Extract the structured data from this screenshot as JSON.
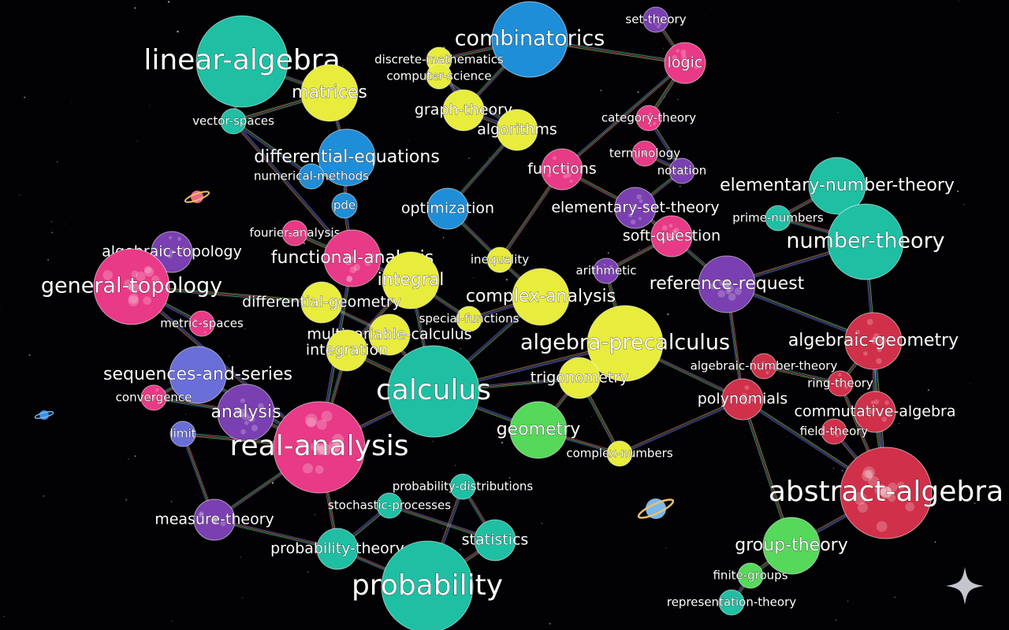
{
  "colors": {
    "background": "#020204",
    "teal": "#1fbfa4",
    "blue": "#1f8ed8",
    "yellow": "#e8ec3c",
    "pink": "#e83a86",
    "purple": "#7a3fb0",
    "red": "#d0304a",
    "green": "#56d85a",
    "periwinkle": "#6a6ed8"
  },
  "nodes": [
    {
      "id": "linear-algebra",
      "label": "linear-algebra",
      "color": "teal",
      "size": 5
    },
    {
      "id": "matrices",
      "label": "matrices",
      "color": "yellow",
      "size": 3
    },
    {
      "id": "vector-spaces",
      "label": "vector-spaces",
      "color": "teal",
      "size": 1
    },
    {
      "id": "combinatorics",
      "label": "combinatorics",
      "color": "blue",
      "size": 4
    },
    {
      "id": "discrete-mathematics",
      "label": "discrete-mathematics",
      "color": "yellow",
      "size": 1
    },
    {
      "id": "computer-science",
      "label": "computer-science",
      "color": "yellow",
      "size": 1
    },
    {
      "id": "graph-theory",
      "label": "graph-theory",
      "color": "yellow",
      "size": 2
    },
    {
      "id": "algorithms",
      "label": "algorithms",
      "color": "yellow",
      "size": 2
    },
    {
      "id": "set-theory",
      "label": "set-theory",
      "color": "purple",
      "size": 1
    },
    {
      "id": "logic",
      "label": "logic",
      "color": "pink",
      "size": 2
    },
    {
      "id": "category-theory",
      "label": "category-theory",
      "color": "pink",
      "size": 1
    },
    {
      "id": "terminology",
      "label": "terminology",
      "color": "pink",
      "size": 1
    },
    {
      "id": "notation",
      "label": "notation",
      "color": "purple",
      "size": 1
    },
    {
      "id": "functions",
      "label": "functions",
      "color": "pink",
      "size": 2
    },
    {
      "id": "differential-equations",
      "label": "differential-equations",
      "color": "blue",
      "size": 3
    },
    {
      "id": "numerical-methods",
      "label": "numerical-methods",
      "color": "blue",
      "size": 1
    },
    {
      "id": "pde",
      "label": "pde",
      "color": "blue",
      "size": 1
    },
    {
      "id": "optimization",
      "label": "optimization",
      "color": "blue",
      "size": 2
    },
    {
      "id": "elementary-set-theory",
      "label": "elementary-set-theory",
      "color": "purple",
      "size": 2
    },
    {
      "id": "elementary-number-theory",
      "label": "elementary-number-theory",
      "color": "teal",
      "size": 3
    },
    {
      "id": "prime-numbers",
      "label": "prime-numbers",
      "color": "teal",
      "size": 1
    },
    {
      "id": "number-theory",
      "label": "number-theory",
      "color": "teal",
      "size": 4
    },
    {
      "id": "soft-question",
      "label": "soft-question",
      "color": "pink",
      "size": 2
    },
    {
      "id": "fourier-analysis",
      "label": "fourier-analysis",
      "color": "pink",
      "size": 1
    },
    {
      "id": "algebraic-topology",
      "label": "algebraic-topology",
      "color": "purple",
      "size": 2
    },
    {
      "id": "functional-analysis",
      "label": "functional-analysis",
      "color": "pink",
      "size": 3
    },
    {
      "id": "inequality",
      "label": "inequality",
      "color": "yellow",
      "size": 1
    },
    {
      "id": "arithmetic",
      "label": "arithmetic",
      "color": "purple",
      "size": 1
    },
    {
      "id": "reference-request",
      "label": "reference-request",
      "color": "purple",
      "size": 3
    },
    {
      "id": "general-topology",
      "label": "general-topology",
      "color": "pink",
      "size": 4
    },
    {
      "id": "integral",
      "label": "integral",
      "color": "yellow",
      "size": 3
    },
    {
      "id": "differential-geometry",
      "label": "differential-geometry",
      "color": "yellow",
      "size": 2
    },
    {
      "id": "complex-analysis",
      "label": "complex-analysis",
      "color": "yellow",
      "size": 3
    },
    {
      "id": "metric-spaces",
      "label": "metric-spaces",
      "color": "pink",
      "size": 1
    },
    {
      "id": "special-functions",
      "label": "special-functions",
      "color": "yellow",
      "size": 1
    },
    {
      "id": "multivariable-calculus",
      "label": "multivariable-calculus",
      "color": "yellow",
      "size": 2
    },
    {
      "id": "integration",
      "label": "integration",
      "color": "yellow",
      "size": 2
    },
    {
      "id": "algebra-precalculus",
      "label": "algebra-precalculus",
      "color": "yellow",
      "size": 4
    },
    {
      "id": "algebraic-geometry",
      "label": "algebraic-geometry",
      "color": "red",
      "size": 3
    },
    {
      "id": "sequences-and-series",
      "label": "sequences-and-series",
      "color": "periwinkle",
      "size": 3
    },
    {
      "id": "calculus",
      "label": "calculus",
      "color": "teal",
      "size": 5
    },
    {
      "id": "trigonometry",
      "label": "trigonometry",
      "color": "yellow",
      "size": 2
    },
    {
      "id": "algebraic-number-theory",
      "label": "algebraic-number-theory",
      "color": "red",
      "size": 1
    },
    {
      "id": "ring-theory",
      "label": "ring-theory",
      "color": "red",
      "size": 1
    },
    {
      "id": "convergence",
      "label": "convergence",
      "color": "pink",
      "size": 1
    },
    {
      "id": "polynomials",
      "label": "polynomials",
      "color": "red",
      "size": 2
    },
    {
      "id": "commutative-algebra",
      "label": "commutative-algebra",
      "color": "red",
      "size": 2
    },
    {
      "id": "analysis",
      "label": "analysis",
      "color": "purple",
      "size": 3
    },
    {
      "id": "limit",
      "label": "limit",
      "color": "periwinkle",
      "size": 1
    },
    {
      "id": "geometry",
      "label": "geometry",
      "color": "green",
      "size": 3
    },
    {
      "id": "field-theory",
      "label": "field-theory",
      "color": "red",
      "size": 1
    },
    {
      "id": "real-analysis",
      "label": "real-analysis",
      "color": "pink",
      "size": 5
    },
    {
      "id": "complex-numbers",
      "label": "complex-numbers",
      "color": "yellow",
      "size": 1
    },
    {
      "id": "probability-distributions",
      "label": "probability-distributions",
      "color": "teal",
      "size": 1
    },
    {
      "id": "stochastic-processes",
      "label": "stochastic-processes",
      "color": "teal",
      "size": 1
    },
    {
      "id": "abstract-algebra",
      "label": "abstract-algebra",
      "color": "red",
      "size": 5
    },
    {
      "id": "measure-theory",
      "label": "measure-theory",
      "color": "purple",
      "size": 2
    },
    {
      "id": "statistics",
      "label": "statistics",
      "color": "teal",
      "size": 2
    },
    {
      "id": "group-theory",
      "label": "group-theory",
      "color": "green",
      "size": 3
    },
    {
      "id": "probability-theory",
      "label": "probability-theory",
      "color": "teal",
      "size": 2
    },
    {
      "id": "probability",
      "label": "probability",
      "color": "teal",
      "size": 5
    },
    {
      "id": "finite-groups",
      "label": "finite-groups",
      "color": "green",
      "size": 1
    },
    {
      "id": "representation-theory",
      "label": "representation-theory",
      "color": "teal",
      "size": 1
    }
  ],
  "edges": [
    [
      "linear-algebra",
      "matrices"
    ],
    [
      "linear-algebra",
      "vector-spaces"
    ],
    [
      "matrices",
      "vector-spaces"
    ],
    [
      "matrices",
      "differential-equations"
    ],
    [
      "vector-spaces",
      "numerical-methods"
    ],
    [
      "vector-spaces",
      "functional-analysis"
    ],
    [
      "combinatorics",
      "graph-theory"
    ],
    [
      "combinatorics",
      "discrete-mathematics"
    ],
    [
      "combinatorics",
      "logic"
    ],
    [
      "discrete-mathematics",
      "graph-theory"
    ],
    [
      "computer-science",
      "algorithms"
    ],
    [
      "graph-theory",
      "algorithms"
    ],
    [
      "algorithms",
      "optimization"
    ],
    [
      "set-theory",
      "logic"
    ],
    [
      "logic",
      "category-theory"
    ],
    [
      "logic",
      "functions"
    ],
    [
      "category-theory",
      "notation"
    ],
    [
      "terminology",
      "notation"
    ],
    [
      "notation",
      "elementary-set-theory"
    ],
    [
      "functions",
      "elementary-set-theory"
    ],
    [
      "elementary-set-theory",
      "soft-question"
    ],
    [
      "differential-equations",
      "pde"
    ],
    [
      "differential-equations",
      "numerical-methods"
    ],
    [
      "pde",
      "functional-analysis"
    ],
    [
      "optimization",
      "inequality"
    ],
    [
      "elementary-number-theory",
      "prime-numbers"
    ],
    [
      "elementary-number-theory",
      "number-theory"
    ],
    [
      "prime-numbers",
      "number-theory"
    ],
    [
      "number-theory",
      "abstract-algebra"
    ],
    [
      "number-theory",
      "reference-request"
    ],
    [
      "soft-question",
      "reference-request"
    ],
    [
      "soft-question",
      "arithmetic"
    ],
    [
      "fourier-analysis",
      "functional-analysis"
    ],
    [
      "algebraic-topology",
      "general-topology"
    ],
    [
      "functional-analysis",
      "real-analysis"
    ],
    [
      "functional-analysis",
      "integral"
    ],
    [
      "inequality",
      "complex-analysis"
    ],
    [
      "inequality",
      "functions"
    ],
    [
      "arithmetic",
      "algebra-precalculus"
    ],
    [
      "reference-request",
      "polynomials"
    ],
    [
      "general-topology",
      "metric-spaces"
    ],
    [
      "general-topology",
      "real-analysis"
    ],
    [
      "integral",
      "calculus"
    ],
    [
      "integral",
      "integration"
    ],
    [
      "differential-geometry",
      "general-topology"
    ],
    [
      "differential-geometry",
      "multivariable-calculus"
    ],
    [
      "complex-analysis",
      "calculus"
    ],
    [
      "complex-analysis",
      "special-functions"
    ],
    [
      "special-functions",
      "integral"
    ],
    [
      "multivariable-calculus",
      "calculus"
    ],
    [
      "integration",
      "calculus"
    ],
    [
      "integration",
      "real-analysis"
    ],
    [
      "algebra-precalculus",
      "trigonometry"
    ],
    [
      "algebra-precalculus",
      "calculus"
    ],
    [
      "algebra-precalculus",
      "polynomials"
    ],
    [
      "algebraic-geometry",
      "commutative-algebra"
    ],
    [
      "algebraic-geometry",
      "ring-theory"
    ],
    [
      "sequences-and-series",
      "convergence"
    ],
    [
      "sequences-and-series",
      "real-analysis"
    ],
    [
      "calculus",
      "real-analysis"
    ],
    [
      "calculus",
      "trigonometry"
    ],
    [
      "trigonometry",
      "geometry"
    ],
    [
      "algebraic-number-theory",
      "ring-theory"
    ],
    [
      "convergence",
      "analysis"
    ],
    [
      "polynomials",
      "abstract-algebra"
    ],
    [
      "polynomials",
      "complex-numbers"
    ],
    [
      "commutative-algebra",
      "abstract-algebra"
    ],
    [
      "analysis",
      "real-analysis"
    ],
    [
      "limit",
      "real-analysis"
    ],
    [
      "limit",
      "measure-theory"
    ],
    [
      "geometry",
      "calculus"
    ],
    [
      "field-theory",
      "abstract-algebra"
    ],
    [
      "real-analysis",
      "measure-theory"
    ],
    [
      "real-analysis",
      "probability-theory"
    ],
    [
      "complex-numbers",
      "trigonometry"
    ],
    [
      "probability-distributions",
      "statistics"
    ],
    [
      "stochastic-processes",
      "probability-theory"
    ],
    [
      "abstract-algebra",
      "group-theory"
    ],
    [
      "measure-theory",
      "probability-theory"
    ],
    [
      "statistics",
      "probability"
    ],
    [
      "group-theory",
      "finite-groups"
    ],
    [
      "probability-theory",
      "probability"
    ],
    [
      "finite-groups",
      "representation-theory"
    ],
    [
      "probability-distributions",
      "probability"
    ],
    [
      "stochastic-processes",
      "statistics"
    ],
    [
      "abstract-algebra",
      "ring-theory"
    ],
    [
      "group-theory",
      "polynomials"
    ],
    [
      "geometry",
      "complex-numbers"
    ],
    [
      "reference-request",
      "algebraic-geometry"
    ]
  ]
}
